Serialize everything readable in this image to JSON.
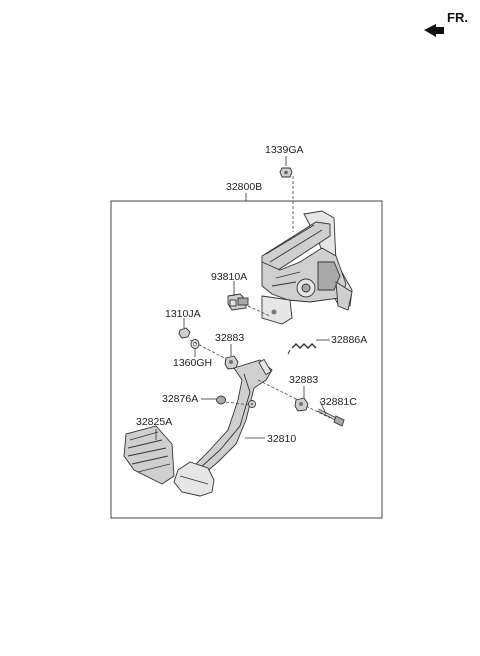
{
  "direction": {
    "label": "FR."
  },
  "parts": {
    "p1339GA": "1339GA",
    "p32800B": "32800B",
    "p93810A": "93810A",
    "p1310JA": "1310JA",
    "p32883a": "32883",
    "p1360GH": "1360GH",
    "p32886A": "32886A",
    "p32876A": "32876A",
    "p32883b": "32883",
    "p32881C": "32881C",
    "p32825A": "32825A",
    "p32810": "32810"
  }
}
